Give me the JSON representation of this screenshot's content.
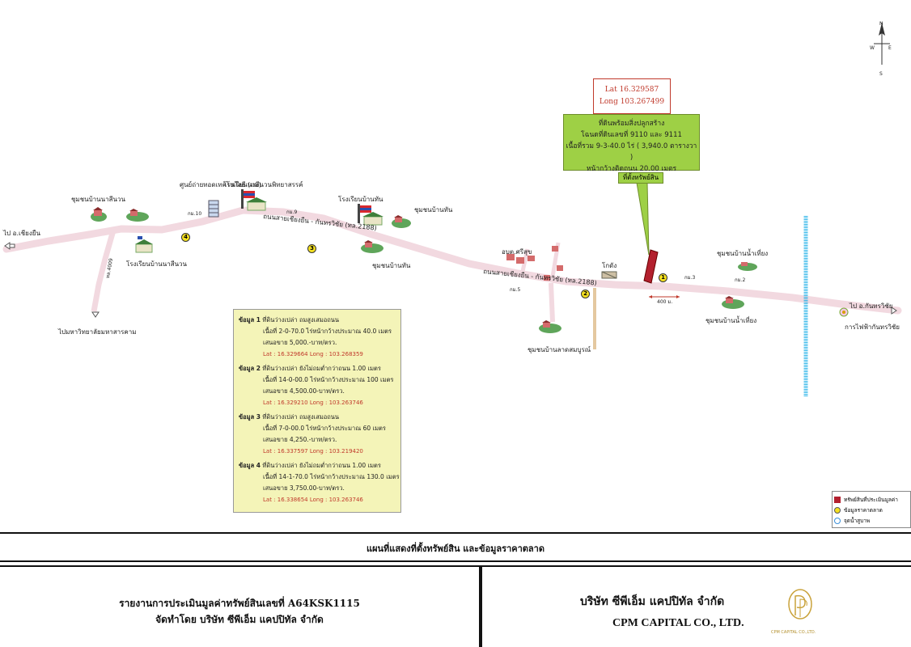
{
  "coords_box": {
    "lat": "Lat  16.329587",
    "long": "Long  103.267499"
  },
  "property_box": {
    "lines": [
      "ที่ดินพร้อมสิ่งปลูกสร้าง",
      "โฉนดที่ดินเลขที่ 9110 และ 9111",
      "เนื้อที่รวม 9-3-40.0 ไร่ ( 3,940.0 ตารางวา )",
      "หน้ากว้างติดถนน 20.00 เมตร"
    ],
    "tag": "ที่ตั้งทรัพย์สิน"
  },
  "places": {
    "ban_na_si_nuan_top": "ชุมชนบ้านนาสีนวน",
    "tech_center": "ศูนย์ถ่ายทอดเทคโนโลยี (มม)",
    "school_phithaya": "โรงเรียนนาสีนวนพิทยาสรรค์",
    "school_ban_than": "โรงเรียนบ้านทัน",
    "ban_than_right": "ชุมชนบ้านทัน",
    "ban_than_below": "ชุมชนบ้านทัน",
    "school_na_si_nuan": "โรงเรียนบ้านนาสีนวน",
    "to_chiang_yuen": "ไป อ.เชียงยืน",
    "to_msu": "ไปมหาวิทยาลัยมหาสารคาม",
    "road_4009": "ทล.4009",
    "km10": "กม.10",
    "km9": "กม.9",
    "km5": "กม.5",
    "km3": "กม.3",
    "km2": "กม.2",
    "road_label_1": "ถนนสายเชียงยืน - กันทรวิชัย  (ทล.2188)",
    "road_label_2": "ถนนสายเชียงยืน - กันทรวิชัย  (ทล.2188)",
    "obt": "อบต.ศรีสุข",
    "ban_lat_sombun": "ชุมชนบ้านลาดสมบูรณ์",
    "kodang": "โกดัง",
    "dist_400": "400 ม.",
    "ban_nam_thiang_top": "ชุมชนบ้านน้ำเที่ยง",
    "ban_nam_thiang_bottom": "ชุมชนบ้านน้ำเที่ยง",
    "to_kantharawichai": "ไป อ.กันทรวิชัย",
    "electric": "การไฟฟ้ากันทรวิชัย"
  },
  "markers": [
    "1",
    "2",
    "3",
    "4"
  ],
  "compass": {
    "n": "N",
    "w": "W",
    "e": "E",
    "s": "S"
  },
  "info_entries": [
    {
      "head": "ข้อมูล 1",
      "desc": "ที่ดินว่างเปล่า ถมสูงเสมอถนน",
      "area": "เนื้อที่ 2-0-70.0 ไร่หน้ากว้างประมาณ 40.0 เมตร",
      "price": "เสนอขาย  5,000.-บาท/ตรว.",
      "coord": "Lat : 16.329664   Long : 103.268359"
    },
    {
      "head": "ข้อมูล 2",
      "desc": "ที่ดินว่างเปล่า  ยังไม่ถมต่ำกว่าถนน 1.00  เมตร",
      "area": "เนื้อที่ 14-0-00.0 ไร่หน้ากว้างประมาณ 100 เมตร",
      "price": "เสนอขาย  4,500.00-บาท/ตรว.",
      "coord": "Lat : 16.329210   Long : 103.263746"
    },
    {
      "head": "ข้อมูล 3",
      "desc": "ที่ดินว่างเปล่า  ถมสูงเสมอถนน",
      "area": "เนื้อที่ 7-0-00.0 ไร่หน้ากว้างประมาณ 60 เมตร",
      "price": "เสนอขาย  4,250.-บาท/ตรว.",
      "coord": "Lat : 16.337597   Long : 103.219420"
    },
    {
      "head": "ข้อมูล 4",
      "desc": "ที่ดินว่างเปล่า ยังไม่ถมต่ำกว่าถนน 1.00  เมตร",
      "area": "เนื้อที่ 14-1-70.0 ไร่หน้ากว้างประมาณ 130.0 เมตร",
      "price": "เสนอขาย  3,750.00-บาท/ตรว.",
      "coord": "Lat : 16.338654   Long : 103.263746"
    }
  ],
  "legend": [
    {
      "kind": "square",
      "label": "ทรัพย์สินที่ประเมินมูลค่า"
    },
    {
      "kind": "circle",
      "label": "ข้อมูลราคาตลาด"
    },
    {
      "kind": "water",
      "label": "จุดน้ำสูบาพ"
    }
  ],
  "colors": {
    "road": "#f2d9e0",
    "property_box": "#9ed045",
    "info_box": "#f4f4b8",
    "river": "#27b3e8",
    "marker": "#f5e11f",
    "property_parcel": "#b3202e"
  },
  "map_title": "แผนที่แสดงที่ตั้งทรัพย์สิน และข้อมูลราคาตลาด",
  "footer": {
    "report_line": "รายงานการประเมินมูลค่าทรัพย์สินเลขที่ A64KSK1115",
    "prepared_by": "จัดทำโดย  บริษัท  ซีพีเอ็ม แคปปิทัล จำกัด",
    "company_th": "บริษัท ซีพีเอ็ม แคปปิทัล จำกัด",
    "company_en": "CPM CAPITAL CO., LTD.",
    "logo_text": "CPM CAPITAL CO.,LTD."
  }
}
